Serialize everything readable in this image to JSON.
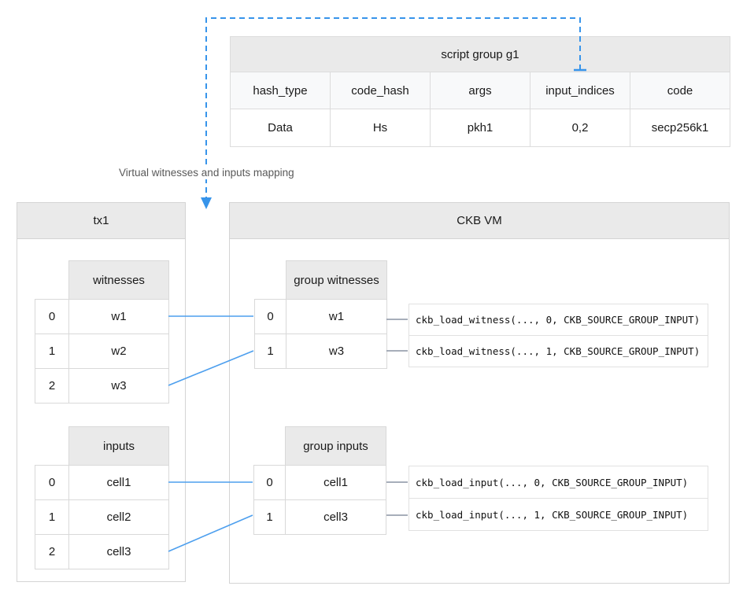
{
  "colors": {
    "arrow_blue": "#3794ea",
    "map_line_blue": "#4d9fee",
    "connector_gray": "#8a93a3",
    "header_bg": "#eaeaea",
    "subheader_bg": "#f8f9fa"
  },
  "annotation": {
    "mapping_label": "Virtual witnesses and inputs mapping"
  },
  "script_group_table": {
    "title": "script group g1",
    "columns": [
      "hash_type",
      "code_hash",
      "args",
      "input_indices",
      "code"
    ],
    "row": [
      "Data",
      "Hs",
      "pkh1",
      "0,2",
      "secp256k1"
    ]
  },
  "tx1": {
    "title": "tx1",
    "witnesses": {
      "header": "witnesses",
      "rows": [
        {
          "index": "0",
          "value": "w1"
        },
        {
          "index": "1",
          "value": "w2"
        },
        {
          "index": "2",
          "value": "w3"
        }
      ]
    },
    "inputs": {
      "header": "inputs",
      "rows": [
        {
          "index": "0",
          "value": "cell1"
        },
        {
          "index": "1",
          "value": "cell2"
        },
        {
          "index": "2",
          "value": "cell3"
        }
      ]
    }
  },
  "ckb_vm": {
    "title": "CKB VM",
    "group_witnesses": {
      "header": "group witnesses",
      "rows": [
        {
          "index": "0",
          "value": "w1"
        },
        {
          "index": "1",
          "value": "w3"
        }
      ]
    },
    "group_inputs": {
      "header": "group inputs",
      "rows": [
        {
          "index": "0",
          "value": "cell1"
        },
        {
          "index": "1",
          "value": "cell3"
        }
      ]
    },
    "witness_calls": [
      "ckb_load_witness(..., 0, CKB_SOURCE_GROUP_INPUT)",
      "ckb_load_witness(..., 1, CKB_SOURCE_GROUP_INPUT)"
    ],
    "input_calls": [
      "ckb_load_input(..., 0, CKB_SOURCE_GROUP_INPUT)",
      "ckb_load_input(..., 1, CKB_SOURCE_GROUP_INPUT)"
    ]
  }
}
